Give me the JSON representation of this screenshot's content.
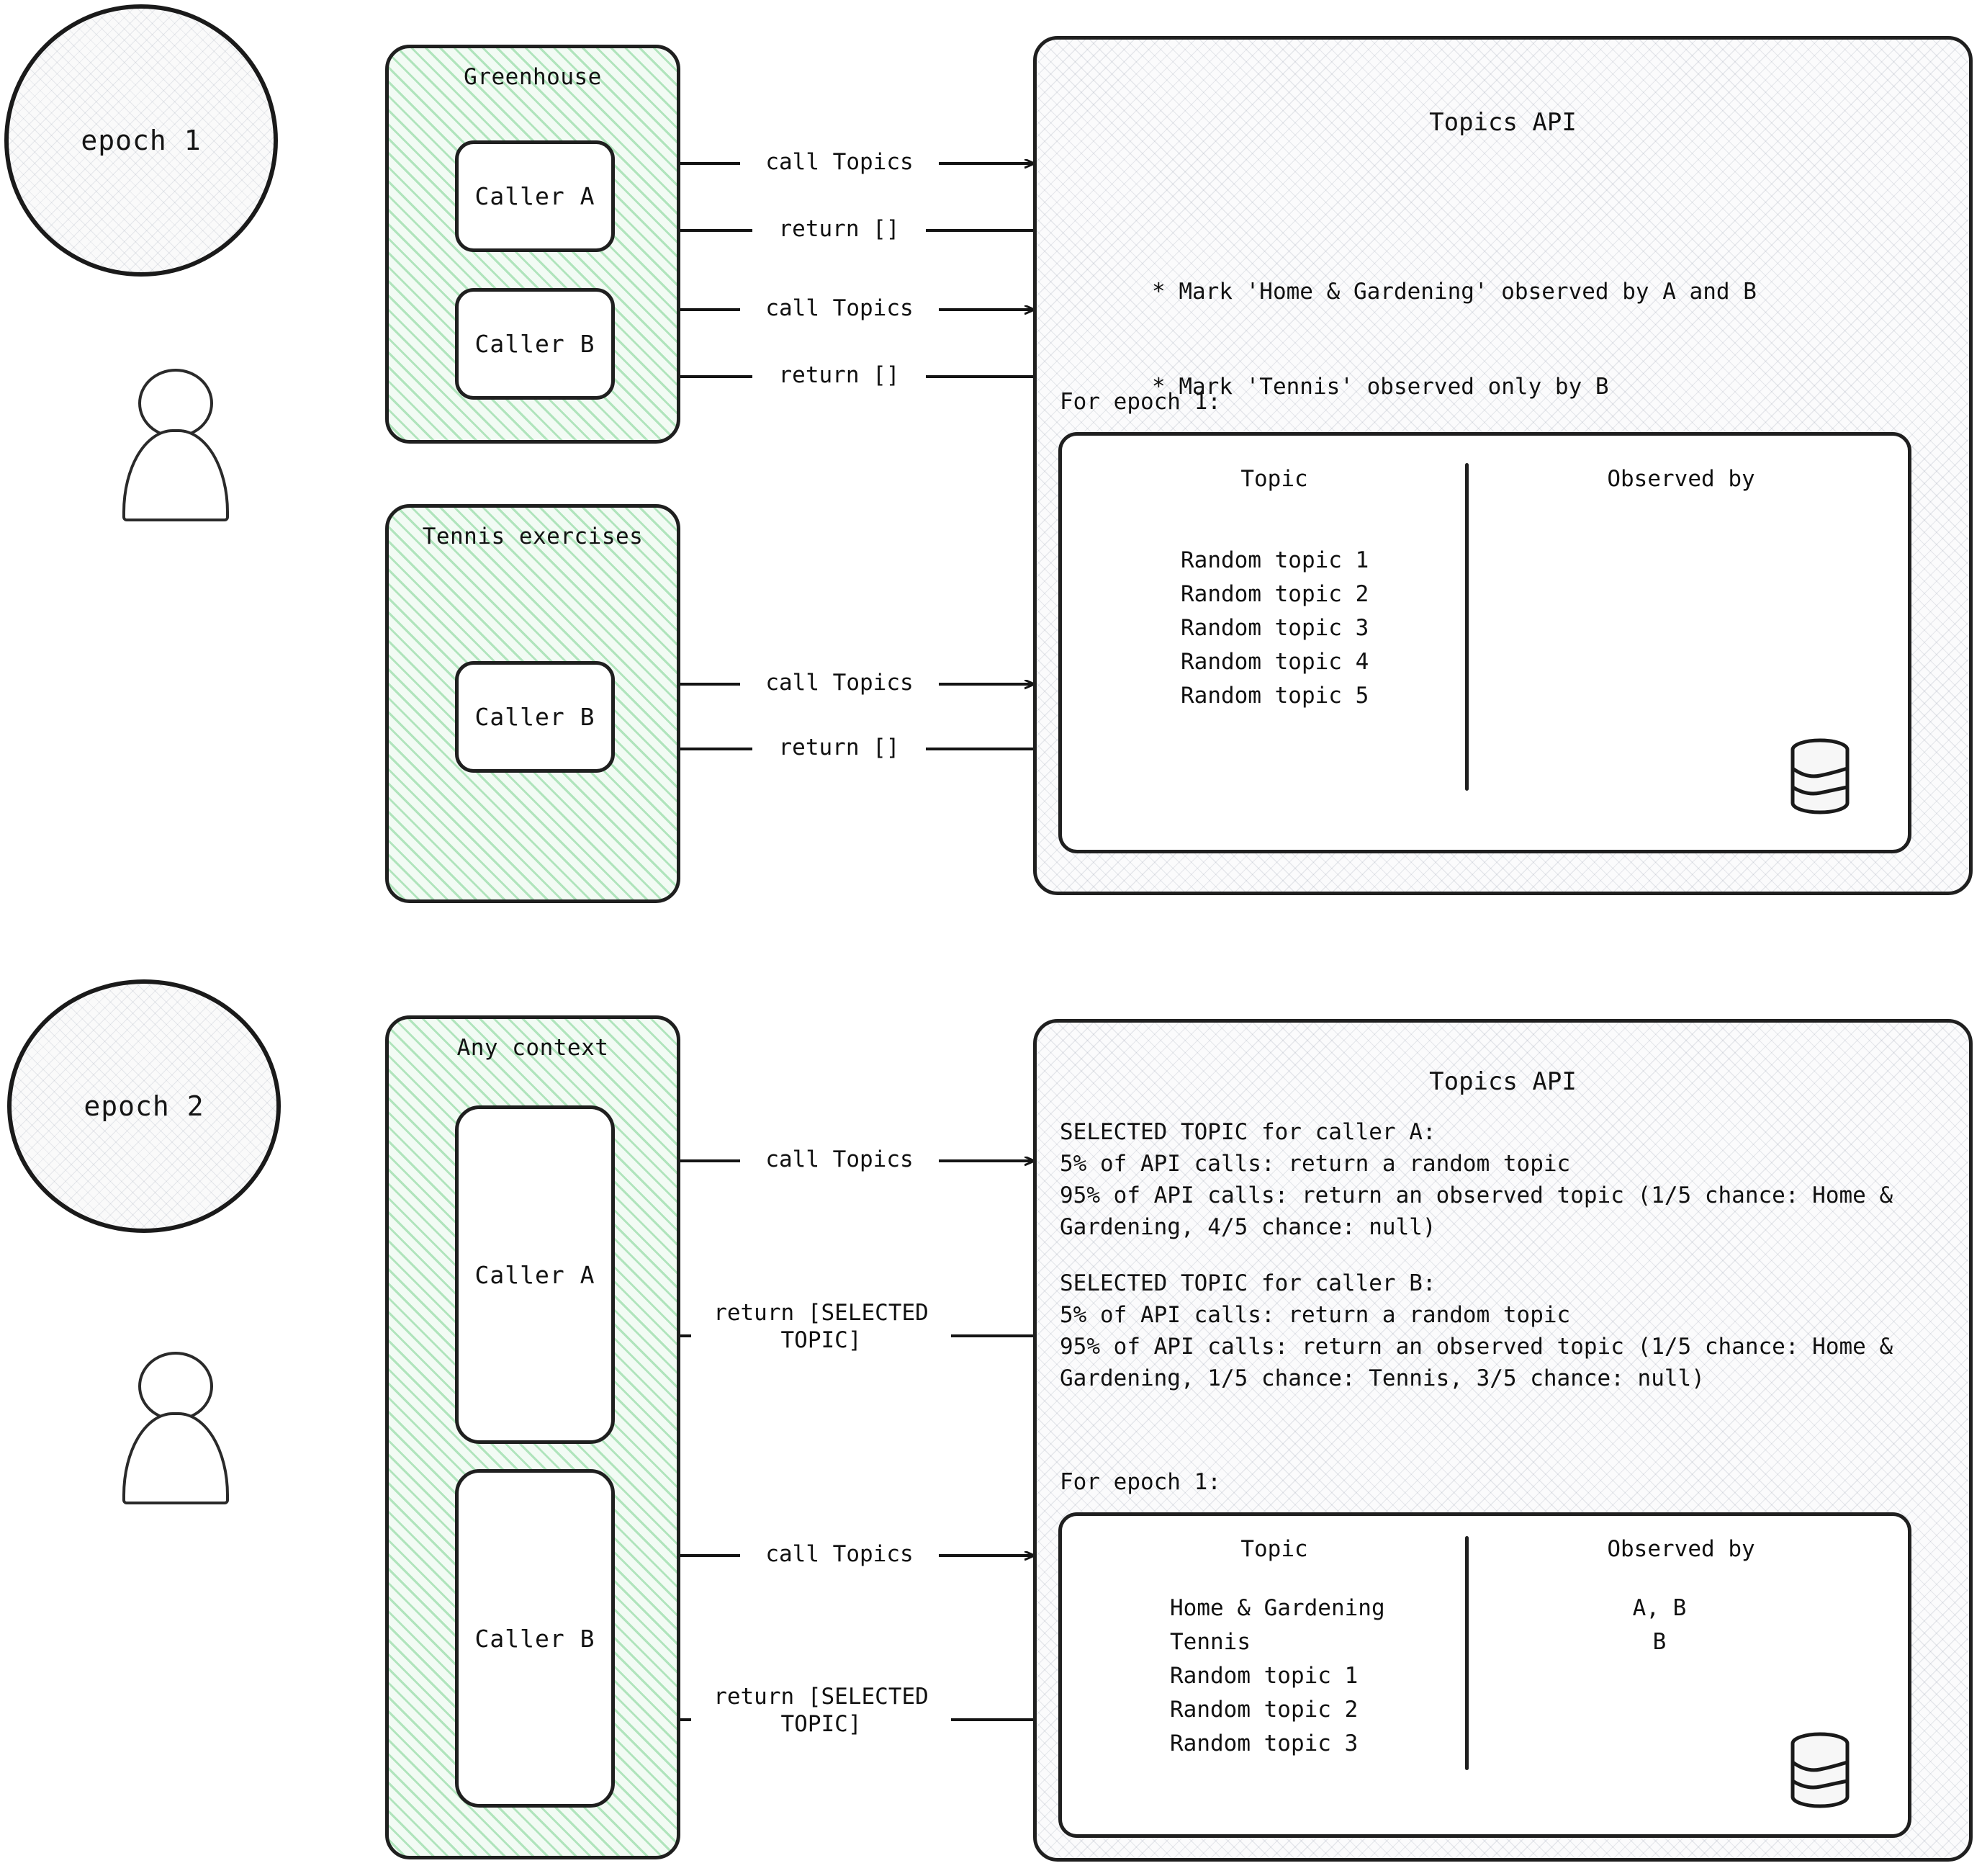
{
  "epochs": [
    {
      "badge": "epoch 1",
      "contexts": [
        {
          "title": "Greenhouse",
          "callers": [
            {
              "label": "Caller A",
              "call_label": "call Topics",
              "return_label": "return []"
            },
            {
              "label": "Caller B",
              "call_label": "call Topics",
              "return_label": "return []"
            }
          ]
        },
        {
          "title": "Tennis exercises",
          "callers": [
            {
              "label": "Caller B",
              "call_label": "call Topics",
              "return_label": "return []"
            }
          ]
        }
      ],
      "api": {
        "title": "Topics API",
        "bullets": [
          "* Mark 'Home & Gardening' observed by A and B",
          "* Mark 'Tennis' observed only by B"
        ],
        "for_epoch": "For epoch 1:",
        "table": {
          "col_topic": "Topic",
          "col_observed": "Observed by",
          "rows": [
            {
              "topic": "Random topic 1",
              "observed": ""
            },
            {
              "topic": "Random topic 2",
              "observed": ""
            },
            {
              "topic": "Random topic 3",
              "observed": ""
            },
            {
              "topic": "Random topic 4",
              "observed": ""
            },
            {
              "topic": "Random topic 5",
              "observed": ""
            }
          ]
        },
        "db_icon": "database-cylinder-icon"
      }
    },
    {
      "badge": "epoch 2",
      "contexts": [
        {
          "title": "Any context",
          "callers": [
            {
              "label": "Caller A",
              "call_label": "call Topics",
              "return_label": "return [SELECTED\nTOPIC]"
            },
            {
              "label": "Caller B",
              "call_label": "call Topics",
              "return_label": "return [SELECTED\nTOPIC]"
            }
          ]
        }
      ],
      "api": {
        "title": "Topics API",
        "paragraphs": [
          "SELECTED TOPIC for caller A:",
          "5% of API calls: return a random topic",
          "95% of API calls: return an observed topic (1/5 chance: Home & Gardening, 4/5 chance: null)",
          "SELECTED TOPIC for caller B:",
          "5% of API calls: return a random topic",
          "95% of API calls: return an observed topic (1/5 chance: Home & Gardening, 1/5 chance: Tennis,  3/5 chance: null)"
        ],
        "for_epoch": "For epoch 1:",
        "table": {
          "col_topic": "Topic",
          "col_observed": "Observed by",
          "rows": [
            {
              "topic": "Home & Gardening",
              "observed": "A, B"
            },
            {
              "topic": "Tennis",
              "observed": "B"
            },
            {
              "topic": "Random topic 1",
              "observed": ""
            },
            {
              "topic": "Random topic 2",
              "observed": ""
            },
            {
              "topic": "Random topic 3",
              "observed": ""
            }
          ]
        },
        "db_icon": "database-cylinder-icon"
      }
    }
  ],
  "colors": {
    "stroke": "#1f1f1f",
    "context_fill": "#f2fbf4",
    "context_hatch": "#60c878",
    "api_fill": "#fbfbfc",
    "text": "#111111"
  }
}
